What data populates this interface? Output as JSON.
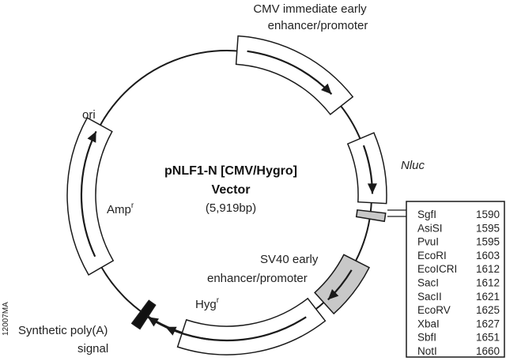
{
  "plasmid": {
    "name": "pNLF1-N [CMV/Hygro]",
    "name_line2": "Vector",
    "size": "(5,919bp)"
  },
  "features": {
    "cmv_line1": "CMV immediate early",
    "cmv_line2": "enhancer/promoter",
    "nluc": "Nluc",
    "sv40_line1": "SV40 early",
    "sv40_line2": "enhancer/promoter",
    "hygr": "Hyg",
    "hygr_sup": "r",
    "polya_line1": "Synthetic poly(A)",
    "polya_line2": "signal",
    "ampr": "Amp",
    "ampr_sup": "r",
    "ori": "ori"
  },
  "sites": [
    {
      "enzyme": "SgfI",
      "pos": "1590"
    },
    {
      "enzyme": "AsiSI",
      "pos": "1595"
    },
    {
      "enzyme": "PvuI",
      "pos": "1595"
    },
    {
      "enzyme": "EcoRI",
      "pos": "1603"
    },
    {
      "enzyme": "EcoICRI",
      "pos": "1612"
    },
    {
      "enzyme": "SacI",
      "pos": "1612"
    },
    {
      "enzyme": "SacII",
      "pos": "1621"
    },
    {
      "enzyme": "EcoRV",
      "pos": "1625"
    },
    {
      "enzyme": "XbaI",
      "pos": "1627"
    },
    {
      "enzyme": "SbfI",
      "pos": "1651"
    },
    {
      "enzyme": "NotI",
      "pos": "1660"
    }
  ],
  "figure_id": "12007MA",
  "colors": {
    "line": "#1a1a1a",
    "shade": "#c8c8c8",
    "fill": "#ffffff",
    "black": "#111111"
  }
}
